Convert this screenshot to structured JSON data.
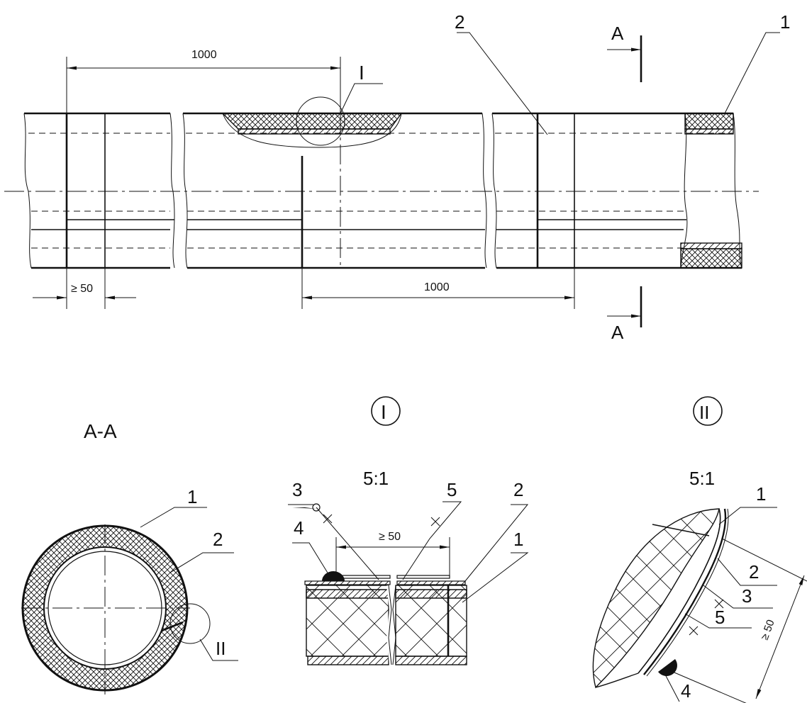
{
  "drawing": {
    "main_view": {
      "dim_top": "1000",
      "dim_bottom": "1000",
      "dim_overlap": "≥ 50",
      "section_mark_top": "A",
      "section_mark_bottom": "A",
      "callout_detail": "I",
      "label_2": "2",
      "label_1": "1"
    },
    "section_view": {
      "title": "A-A",
      "label_1": "1",
      "label_2": "2",
      "callout_detail": "II"
    },
    "detail_I": {
      "title": "I",
      "scale": "5:1",
      "label_3": "3",
      "label_5": "5",
      "label_2": "2",
      "label_4": "4",
      "label_1": "1",
      "dim_overlap": "≥ 50"
    },
    "detail_II": {
      "title": "II",
      "scale": "5:1",
      "label_1": "1",
      "label_2": "2",
      "label_3": "3",
      "label_5": "5",
      "label_4": "4",
      "dim_overlap": "≥ 50"
    }
  }
}
